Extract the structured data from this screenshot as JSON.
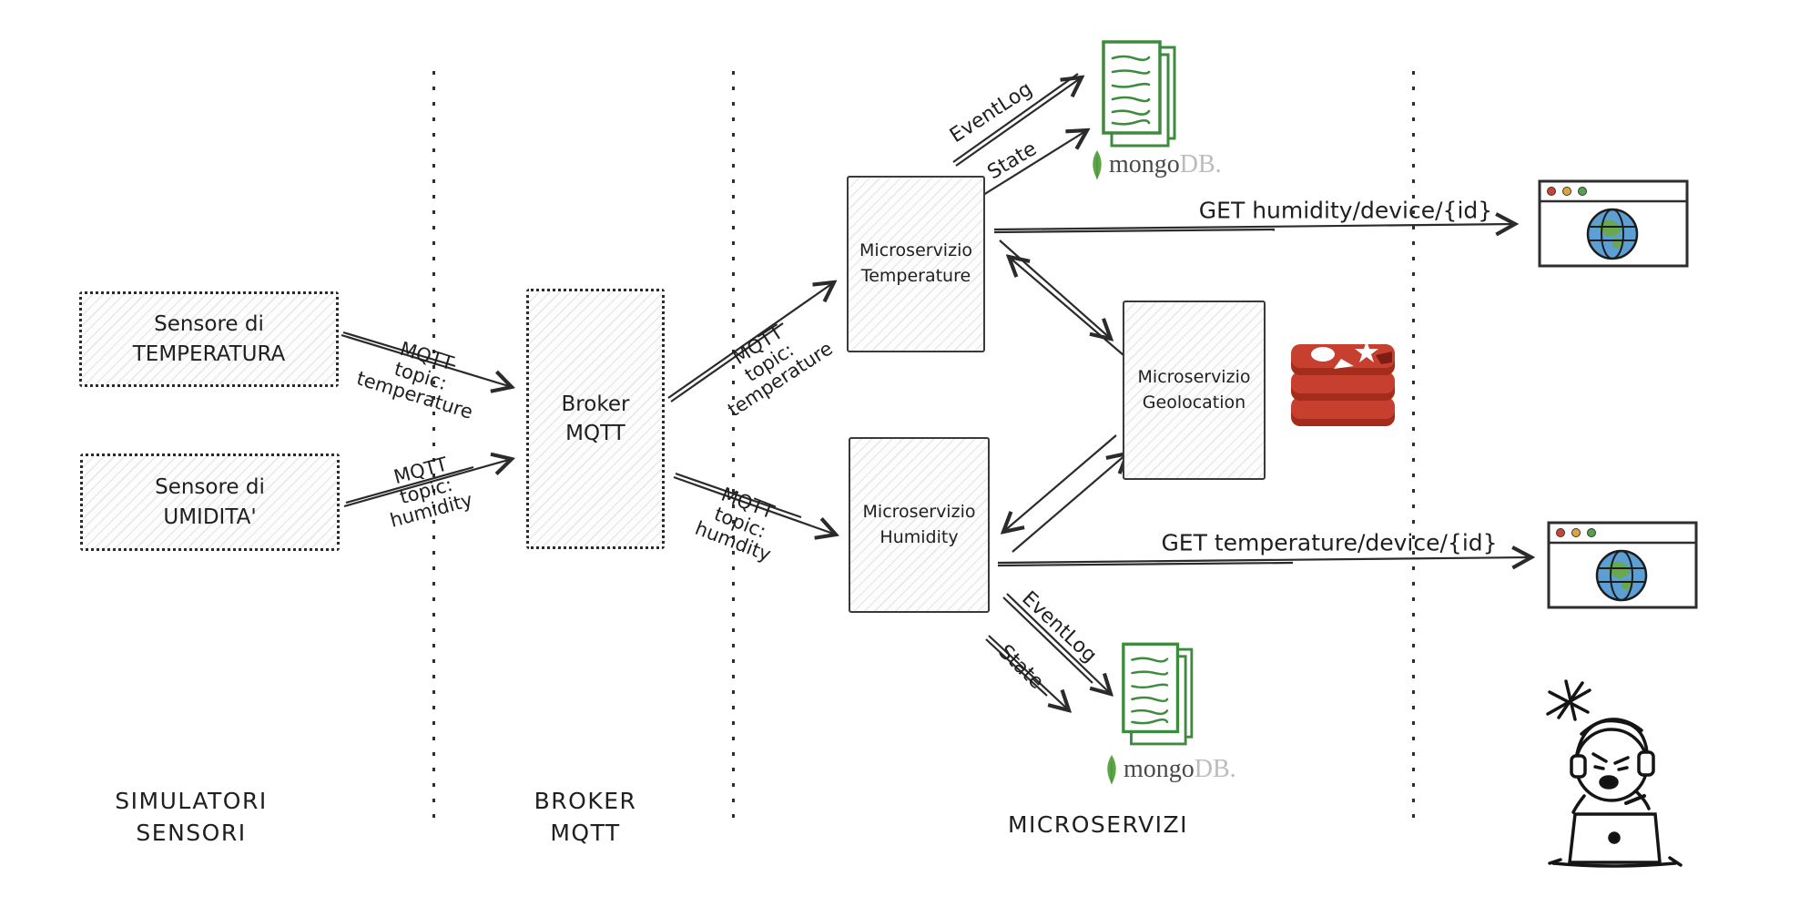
{
  "diagram": {
    "nodes": {
      "sensor_temperature": {
        "line1": "Sensore di",
        "line2": "TEMPERATURA"
      },
      "sensor_humidity": {
        "line1": "Sensore di",
        "line2": "UMIDITA'"
      },
      "broker_mqtt": {
        "line1": "Broker",
        "line2": "MQTT"
      },
      "ms_temperature": {
        "line1": "Microservizio",
        "line2": "Temperature"
      },
      "ms_humidity": {
        "line1": "Microservizio",
        "line2": "Humidity"
      },
      "ms_geolocation": {
        "line1": "Microservizio",
        "line2": "Geolocation"
      }
    },
    "edge_labels": {
      "mqtt_topic_temperature_in": {
        "line1": "MQTT",
        "line2": "topic:",
        "line3": "temperature"
      },
      "mqtt_topic_humidity_in": {
        "line1": "MQTT",
        "line2": "topic:",
        "line3": "humidity"
      },
      "mqtt_topic_temperature_out": {
        "line1": "MQTT",
        "line2": "topic:",
        "line3": "temperature"
      },
      "mqtt_topic_humidity_out": {
        "line1": "MQTT",
        "line2": "topic:",
        "line3": "humdity"
      },
      "temp_eventlog": "EventLog",
      "temp_state": "State",
      "hum_eventlog": "EventLog",
      "hum_state": "State",
      "get_humidity": "GET humidity/device/{id}",
      "get_temperature": "GET temperature/device/{id}"
    },
    "section_labels": {
      "simulators": {
        "line1": "SIMULATORI",
        "line2": "SENSORI"
      },
      "broker": {
        "line1": "BROKER",
        "line2": "MQTT"
      },
      "microservices": "MICROSERVIZI"
    },
    "logos": {
      "mongodb_prefix": "mongo",
      "mongodb_suffix": "DB."
    },
    "colors": {
      "mongo_green": "#4c9a41",
      "redis_red": "#c0392b",
      "ink": "#2b2b2b"
    }
  }
}
